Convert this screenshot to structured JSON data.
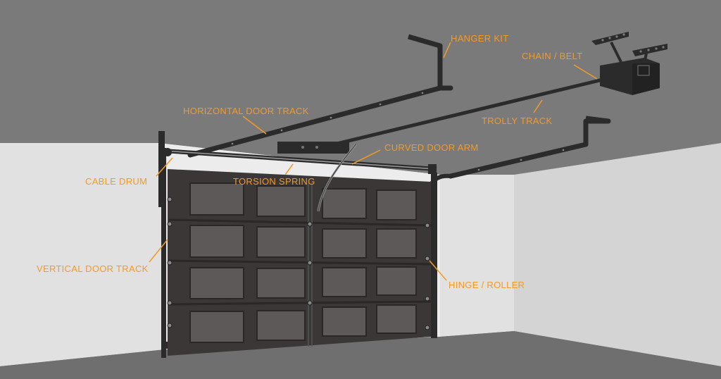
{
  "colors": {
    "ceiling": "#7a7a7a",
    "left_wall": "#e1e1e1",
    "right_wall": "#d4d4d4",
    "floor": "#6f6f6f",
    "door": "#3a3736",
    "window": "#5c5958",
    "hardware": "#2b2b2b",
    "label": "#f39a26"
  },
  "labels": {
    "hanger_kit": "HANGER KIT",
    "chain_belt": "CHAIN / BELT",
    "horizontal_track": "HORIZONTAL DOOR TRACK",
    "trolly_track": "TROLLY TRACK",
    "curved_arm": "CURVED DOOR ARM",
    "cable_drum": "CABLE DRUM",
    "torsion_spring": "TORSION SPRING",
    "vertical_track": "VERTICAL DOOR TRACK",
    "hinge_roller": "HINGE / ROLLER"
  },
  "door": {
    "sections": 4,
    "panels_per_section": 4
  }
}
